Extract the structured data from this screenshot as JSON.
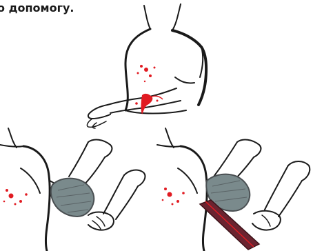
{
  "caption": {
    "text": "о допомогу."
  },
  "illustrations": [
    {
      "name": "injured-forearm",
      "icon": "bleeding-arm-icon"
    },
    {
      "name": "tourniquet-step-1",
      "icon": "bandage-wrap-icon"
    },
    {
      "name": "tourniquet-step-2",
      "icon": "bandage-tighten-icon"
    }
  ],
  "colors": {
    "ink": "#1a1a1a",
    "blood": "#e11b22",
    "bandage": "#7a8a8c",
    "bandage_dark": "#4a4f52",
    "tourniquet": "#6b2430"
  }
}
